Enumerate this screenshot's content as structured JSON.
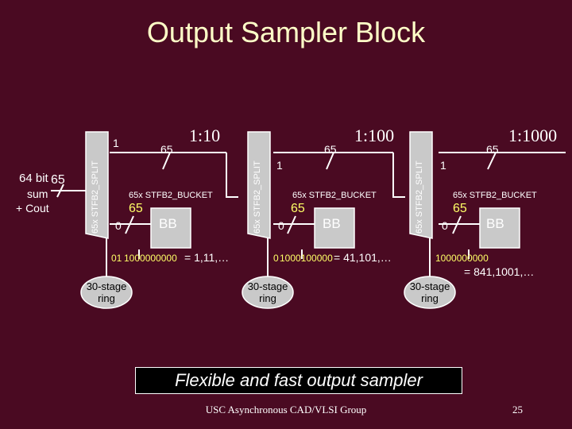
{
  "title": "Output Sampler Block",
  "input": {
    "line1": "64 bit",
    "line2": "sum",
    "line3": "+ Cout",
    "width": "65"
  },
  "stages": [
    {
      "ratio": "1:10",
      "bus_top": "65",
      "split_label": "65x STFB2_SPLIT",
      "port_1": "1",
      "port_0": "0",
      "bucket_label": "65x STFB2_BUCKET",
      "bus_mid": "65",
      "bb": "BB",
      "pattern": "1000000000",
      "pattern_prefix": "01",
      "pattern_value": "= 1,11,…",
      "ring": "30-stage ring"
    },
    {
      "ratio": "1:100",
      "bus_top": "65",
      "split_label": "65x STFB2_SPLIT",
      "port_1": "1",
      "port_0": "0",
      "bucket_label": "65x STFB2_BUCKET",
      "bus_mid": "65",
      "bb": "BB",
      "pattern": "1000100000",
      "pattern_prefix": "0",
      "pattern_value": "= 41,101,…",
      "ring": "30-stage ring"
    },
    {
      "ratio": "1:1000",
      "bus_top": "65",
      "split_label": "65x STFB2_SPLIT",
      "port_1": "1",
      "port_0": "0",
      "bucket_label": "65x STFB2_BUCKET",
      "bus_mid": "65",
      "bb": "BB",
      "pattern": "1000000000",
      "pattern_prefix": "",
      "pattern_value": "= 841,1001,…",
      "ring": "30-stage ring"
    }
  ],
  "banner": "Flexible and fast output sampler",
  "footer": "USC Asynchronous CAD/VLSI Group",
  "page_number": "25",
  "colors": {
    "background": "#4a0a22",
    "title": "#ffffc8",
    "block_fill": "#c9c9c9",
    "ring_fill": "#c9c9c9",
    "pattern_text": "#ffff66"
  }
}
